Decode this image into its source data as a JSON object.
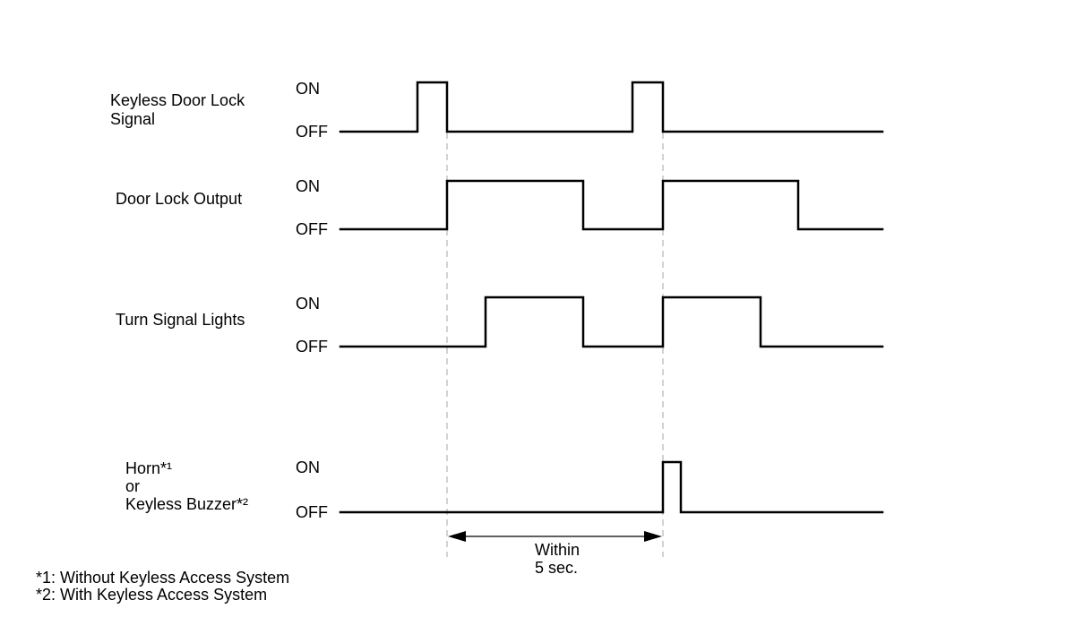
{
  "signals": [
    {
      "label_lines": [
        "Keyless Door Lock",
        "Signal"
      ],
      "on_label": "ON",
      "off_label": "OFF",
      "color": "#000000"
    },
    {
      "label_lines": [
        "Door Lock Output"
      ],
      "on_label": "ON",
      "off_label": "OFF",
      "color": "#000000"
    },
    {
      "label_lines": [
        "Turn Signal Lights"
      ],
      "on_label": "ON",
      "off_label": "OFF",
      "color": "#000000"
    },
    {
      "label_lines": [
        "Horn*¹",
        "or",
        "Keyless Buzzer*²"
      ],
      "on_label": "ON",
      "off_label": "OFF",
      "color": "#000000"
    }
  ],
  "interval": {
    "label_lines": [
      "Within",
      "5 sec."
    ]
  },
  "footnotes": [
    "*1: Without Keyless Access System",
    "*2: With Keyless Access System"
  ],
  "colors": {
    "wave": "#000000",
    "guide": "#b4b4b4",
    "background": "#ffffff"
  }
}
